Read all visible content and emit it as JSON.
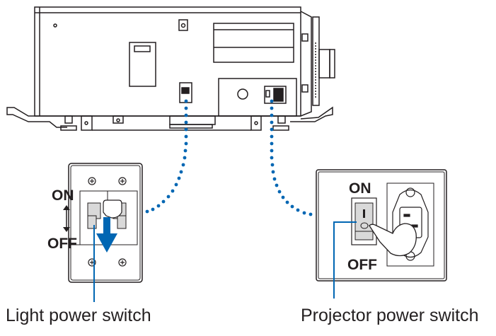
{
  "labels": {
    "light_power_switch": "Light power switch",
    "projector_power_switch": "Projector power switch"
  },
  "light_switch": {
    "on_label": "ON",
    "off_label": "OFF",
    "action": "push down"
  },
  "projector_switch": {
    "on_label": "ON",
    "off_label": "OFF",
    "on_symbol": "I",
    "off_symbol": "O"
  },
  "colors": {
    "accent_blue": "#0066b3",
    "line": "#231f20",
    "switch_gray": "#d9d9d9"
  }
}
